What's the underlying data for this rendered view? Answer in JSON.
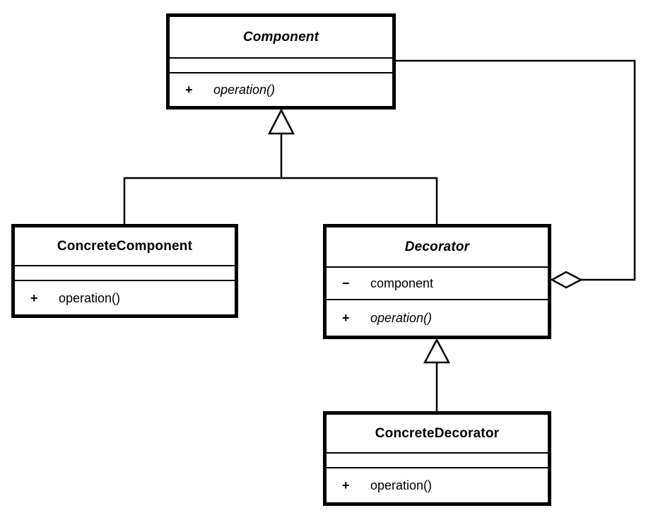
{
  "colors": {
    "line": "#000000",
    "background": "#ffffff",
    "box_fill": "#ffffff"
  },
  "diagram": {
    "type": "uml-class-diagram",
    "classes": [
      {
        "name": "Component",
        "abstract": true,
        "attributes": [],
        "operations": [
          {
            "visibility": "+",
            "signature": "operation()",
            "abstract": true
          }
        ]
      },
      {
        "name": "ConcreteComponent",
        "abstract": false,
        "attributes": [],
        "operations": [
          {
            "visibility": "+",
            "signature": "operation()",
            "abstract": false
          }
        ]
      },
      {
        "name": "Decorator",
        "abstract": true,
        "attributes": [
          {
            "visibility": "−",
            "name": "component"
          }
        ],
        "operations": [
          {
            "visibility": "+",
            "signature": "operation()",
            "abstract": true
          }
        ]
      },
      {
        "name": "ConcreteDecorator",
        "abstract": false,
        "attributes": [],
        "operations": [
          {
            "visibility": "+",
            "signature": "operation()",
            "abstract": false
          }
        ]
      }
    ],
    "relationships": [
      {
        "type": "generalization",
        "from": "ConcreteComponent",
        "to": "Component"
      },
      {
        "type": "generalization",
        "from": "Decorator",
        "to": "Component"
      },
      {
        "type": "generalization",
        "from": "ConcreteDecorator",
        "to": "Decorator"
      },
      {
        "type": "aggregation",
        "owner": "Decorator",
        "part": "Component"
      }
    ]
  }
}
